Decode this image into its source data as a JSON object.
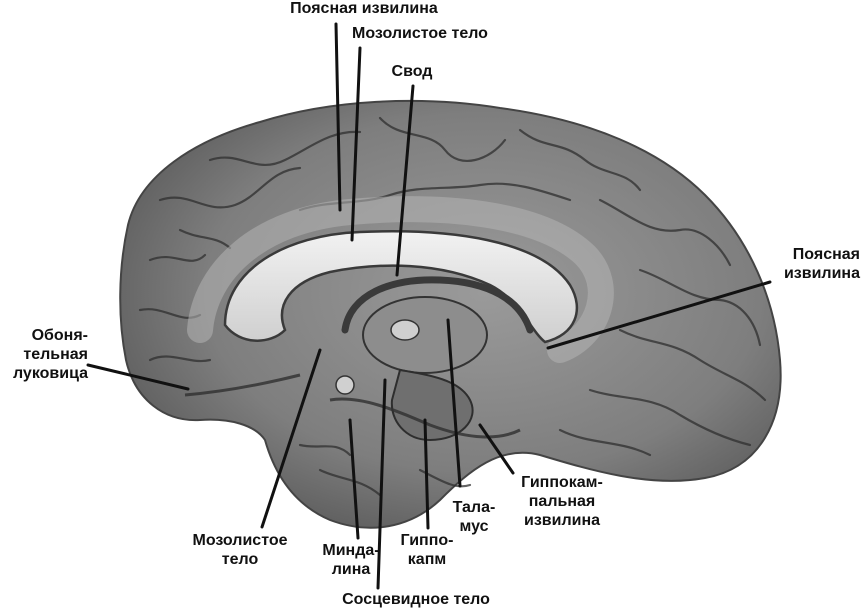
{
  "colors": {
    "background": "#ffffff",
    "text": "#111111",
    "leader_line": "#111111"
  },
  "labels": {
    "cingulate_top": "Поясная извилина",
    "corpus_callosum_top": "Мозолистое тело",
    "fornix": "Свод",
    "cingulate_right": "Поясная\nизвилина",
    "olfactory_bulb": "Обоня-\nтельная\nлуковица",
    "corpus_callosum_bottom": "Мозолистое\nтело",
    "amygdala": "Минда-\nлина",
    "hippocampus": "Гиппо-\nкапм",
    "thalamus": "Тала-\nмус",
    "parahippocampal_gyrus": "Гиппокам-\nпальная\nизвилина",
    "mammillary_body": "Сосцевидное тело"
  }
}
